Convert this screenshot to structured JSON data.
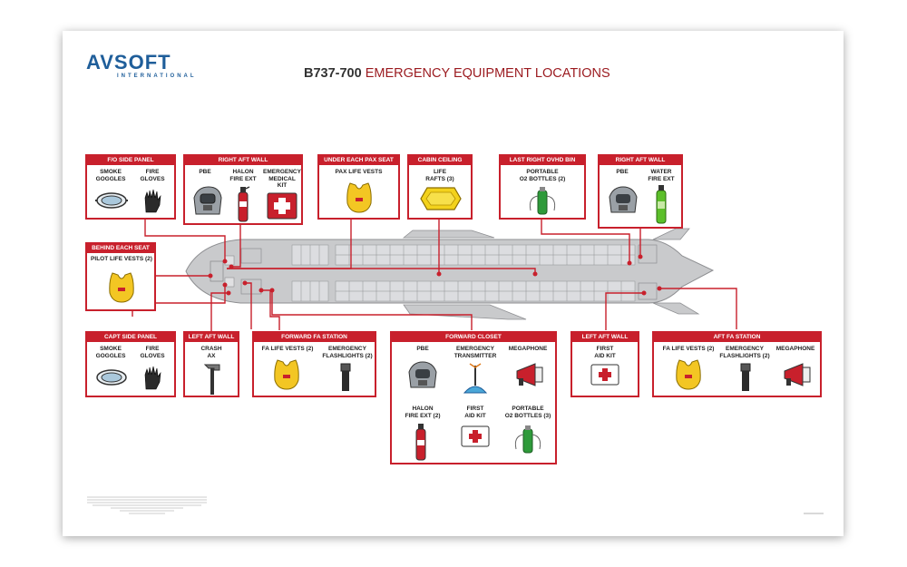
{
  "logo": {
    "brand": "AVSOFT",
    "sub": "INTERNATIONAL"
  },
  "title": {
    "model": "B737-700",
    "rest": "EMERGENCY EQUIPMENT LOCATIONS"
  },
  "boxes": {
    "fo_side_panel": {
      "header": "F/O SIDE PANEL",
      "items": [
        "SMOKE\nGOGGLES",
        "FIRE\nGLOVES"
      ]
    },
    "right_aft_wall_fwd": {
      "header": "RIGHT AFT WALL",
      "items": [
        "PBE",
        "HALON\nFIRE EXT",
        "EMERGENCY\nMEDICAL\nKIT"
      ]
    },
    "under_each_pax_seat": {
      "header": "UNDER EACH PAX SEAT",
      "items": [
        "PAX LIFE VESTS"
      ]
    },
    "cabin_ceiling": {
      "header": "CABIN CEILING",
      "items": [
        "LIFE\nRAFTS (3)"
      ]
    },
    "last_right_ovhd_bin": {
      "header": "LAST RIGHT OVHD BIN",
      "items": [
        "PORTABLE\nO2 BOTTLES (2)"
      ]
    },
    "right_aft_wall_aft": {
      "header": "RIGHT AFT WALL",
      "items": [
        "PBE",
        "WATER\nFIRE EXT"
      ]
    },
    "behind_each_seat": {
      "header": "BEHIND EACH SEAT",
      "items": [
        "PILOT LIFE VESTS (2)"
      ]
    },
    "capt_side_panel": {
      "header": "CAPT SIDE PANEL",
      "items": [
        "SMOKE\nGOGGLES",
        "FIRE\nGLOVES"
      ]
    },
    "left_aft_wall_fwd": {
      "header": "LEFT AFT WALL",
      "items": [
        "CRASH\nAX"
      ]
    },
    "forward_fa_station": {
      "header": "FORWARD FA STATION",
      "items": [
        "FA LIFE VESTS (2)",
        "EMERGENCY\nFLASHLIGHTS (2)"
      ]
    },
    "forward_closet": {
      "header": "FORWARD CLOSET",
      "items": [
        "PBE",
        "EMERGENCY\nTRANSMITTER",
        "MEGAPHONE",
        "HALON\nFIRE EXT (2)",
        "FIRST\nAID KIT",
        "PORTABLE\nO2 BOTTLES (3)"
      ]
    },
    "left_aft_wall_aft": {
      "header": "LEFT AFT WALL",
      "items": [
        "FIRST\nAID KIT"
      ]
    },
    "aft_fa_station": {
      "header": "AFT FA STATION",
      "items": [
        "FA LIFE VESTS (2)",
        "EMERGENCY\nFLASHLIGHTS (2)",
        "MEGAPHONE"
      ]
    }
  },
  "colors": {
    "accent": "#c8202c",
    "title_red": "#9b1a1f",
    "logo_blue": "#1f5e9a",
    "aircraft": "#c9cacc"
  }
}
